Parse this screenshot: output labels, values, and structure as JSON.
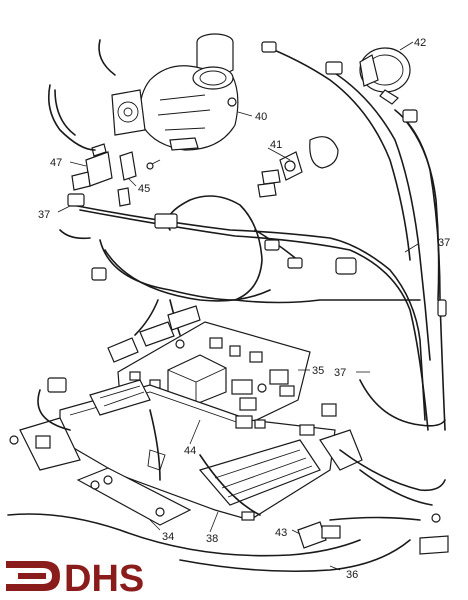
{
  "diagram": {
    "callouts": [
      {
        "id": "c42",
        "label": "42"
      },
      {
        "id": "c40",
        "label": "40"
      },
      {
        "id": "c41",
        "label": "41"
      },
      {
        "id": "c47",
        "label": "47"
      },
      {
        "id": "c45",
        "label": "45"
      },
      {
        "id": "c37a",
        "label": "37"
      },
      {
        "id": "c37b",
        "label": "37"
      },
      {
        "id": "c37c",
        "label": "37"
      },
      {
        "id": "c35",
        "label": "35"
      },
      {
        "id": "c44",
        "label": "44"
      },
      {
        "id": "c38",
        "label": "38"
      },
      {
        "id": "c34",
        "label": "34"
      },
      {
        "id": "c43",
        "label": "43"
      },
      {
        "id": "c36",
        "label": "36"
      }
    ]
  },
  "logo": {
    "text": "DHS",
    "color": "#8b1c1c"
  },
  "colors": {
    "ink": "#1a1a1a",
    "background": "#ffffff"
  }
}
